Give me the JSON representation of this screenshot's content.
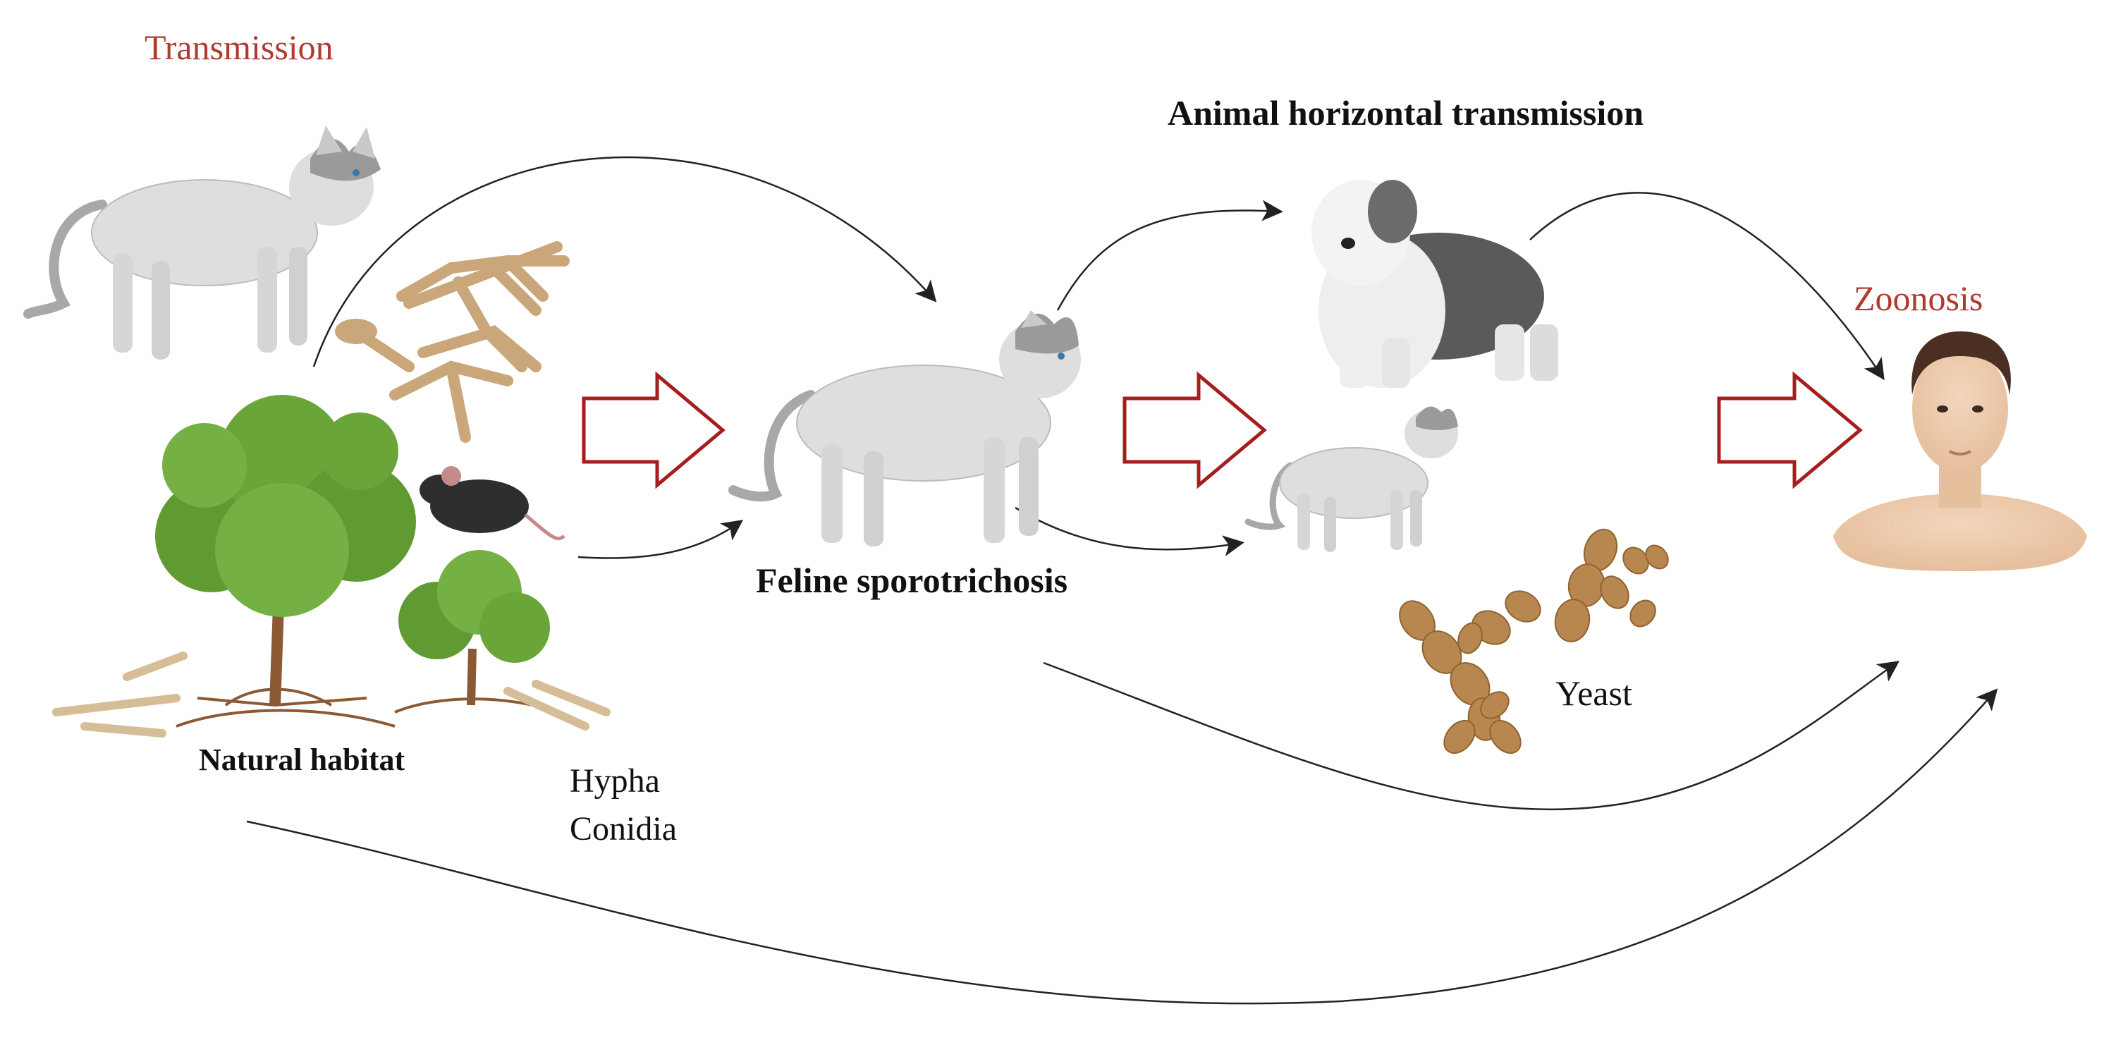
{
  "labels": {
    "transmission": "Transmission",
    "animal_horizontal": "Animal horizontal transmission",
    "zoonosis": "Zoonosis",
    "feline": "Feline sporotrichosis",
    "natural_habitat": "Natural habitat",
    "hypha": "Hypha",
    "conidia": "Conidia",
    "yeast": "Yeast"
  },
  "colors": {
    "title_red": "#b03a2e",
    "hollow_arrow": "#a61d1d",
    "curve": "#222222",
    "cat_fur": "#dcdcdc",
    "fungus": "#c9a77a",
    "yeast": "#b8864f",
    "tree": "#6aa53a"
  }
}
